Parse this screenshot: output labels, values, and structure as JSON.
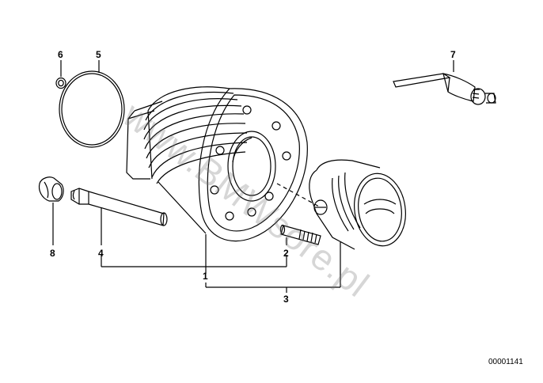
{
  "diagram": {
    "callouts": {
      "c1": "1",
      "c2": "2",
      "c3": "3",
      "c4": "4",
      "c5": "5",
      "c6": "6",
      "c7": "7",
      "c8": "8"
    },
    "part_number": "00001141",
    "watermark": "www.BMWsore.pl"
  },
  "colors": {
    "line": "#000000",
    "watermark": "#8a8a8a"
  }
}
